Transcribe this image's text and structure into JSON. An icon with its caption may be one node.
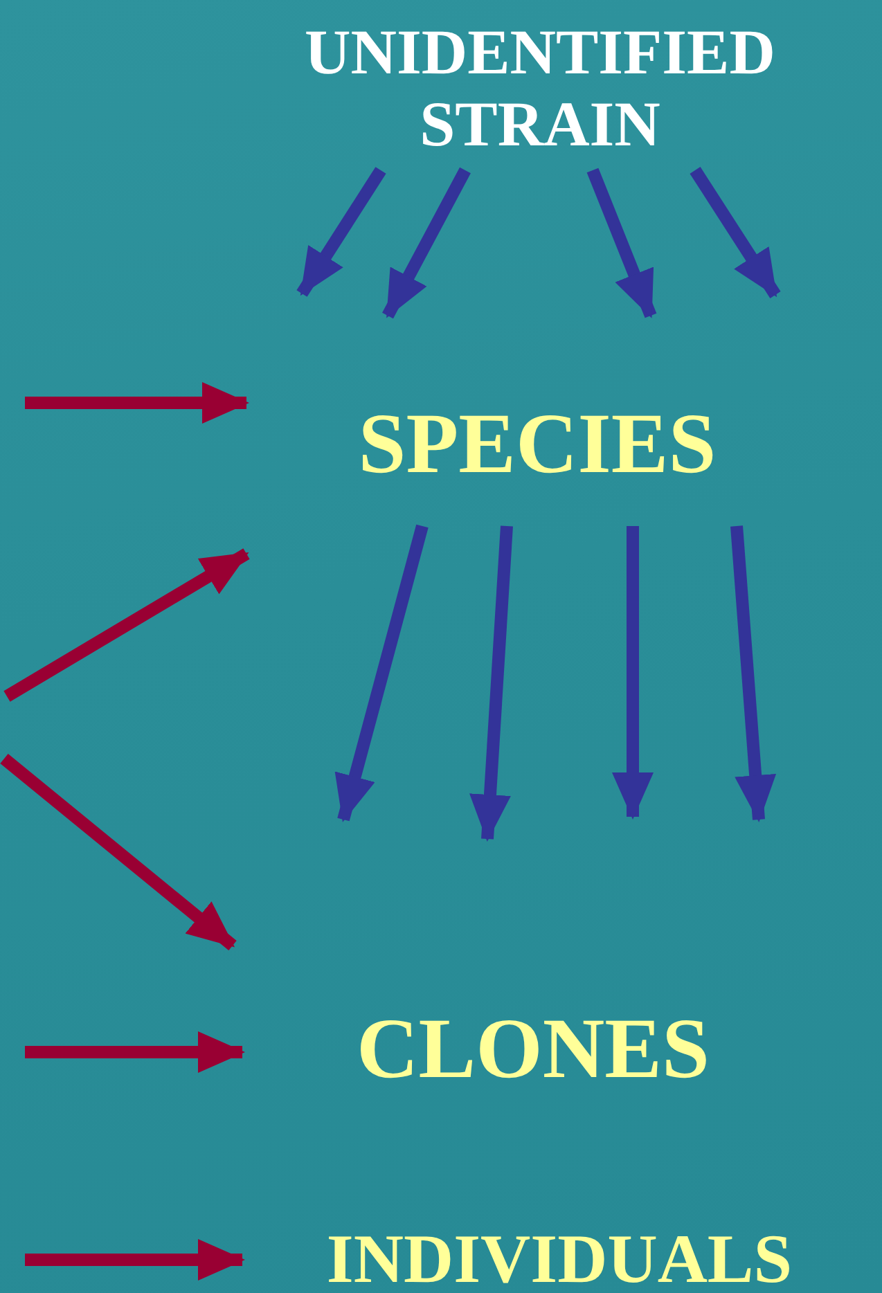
{
  "diagram": {
    "nodes": [
      {
        "text": [
          "UNIDENTIFIED STRAIN"
        ]
      },
      {
        "text": [
          "SPECIES"
        ]
      },
      {
        "text": [
          "CLONES"
        ]
      },
      {
        "text": [
          "INDIVIDUALS"
        ]
      }
    ],
    "edges": [
      {
        "from": 0,
        "to": null,
        "arrow": "to"
      },
      {
        "from": 0,
        "to": null,
        "arrow": "to"
      },
      {
        "from": 0,
        "to": null,
        "arrow": "to"
      },
      {
        "from": 0,
        "to": null,
        "arrow": "to"
      },
      {
        "from": null,
        "to": 1,
        "arrow": "to",
        "color": "#990033"
      },
      {
        "from": 1,
        "to": null,
        "arrow": "to"
      },
      {
        "from": 1,
        "to": null,
        "arrow": "to"
      },
      {
        "from": 1,
        "to": null,
        "arrow": "to"
      },
      {
        "from": 1,
        "to": null,
        "arrow": "to"
      },
      {
        "from": null,
        "to": 2,
        "arrow": "to",
        "color": "#990033"
      },
      {
        "from": null,
        "to": 3,
        "arrow": "to",
        "color": "#990033"
      }
    ]
  }
}
